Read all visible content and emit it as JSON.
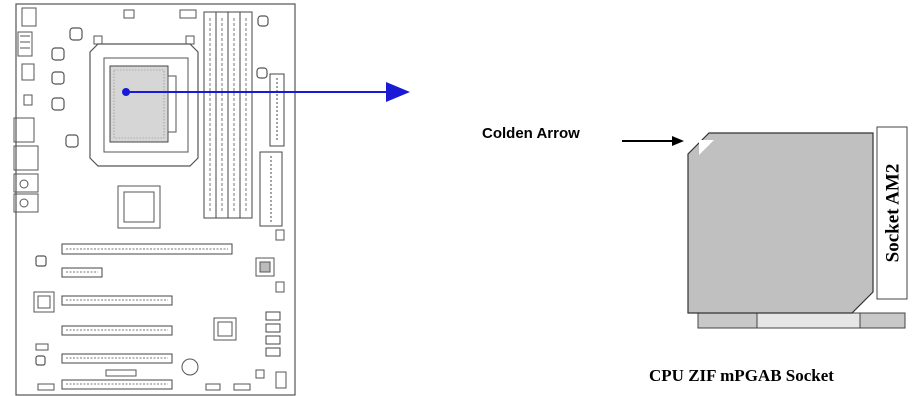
{
  "labels": {
    "golden_arrow": "Colden Arrow",
    "socket_name": "Socket AM2",
    "caption": "CPU ZIF mPGAB Socket"
  },
  "colors": {
    "pointer_arrow": "#1a1ad6",
    "cpu_fill": "#c0c0c0",
    "board_line": "#555555"
  }
}
